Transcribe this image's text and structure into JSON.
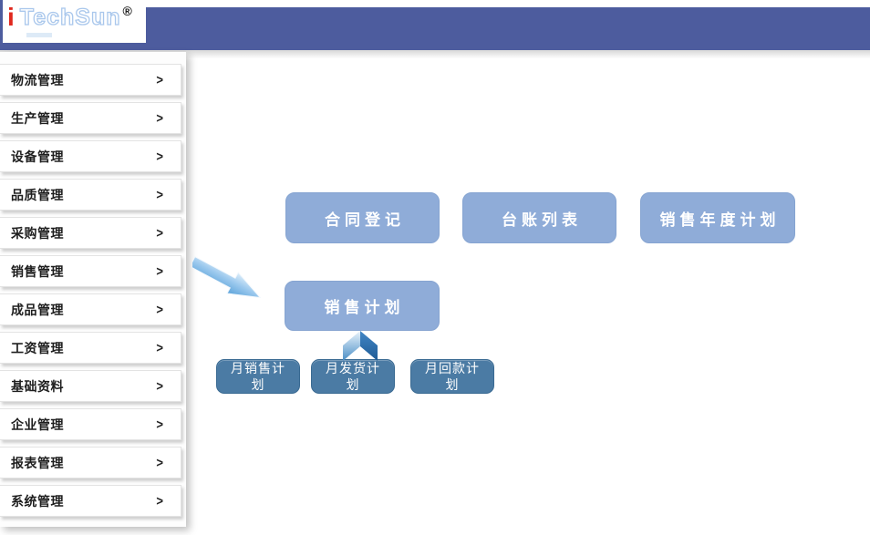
{
  "header": {
    "logo_i": "i",
    "logo_brand": "TechSun",
    "registered_mark": "®"
  },
  "sidebar": {
    "chevron_glyph": ">",
    "items": [
      {
        "label": "物流管理"
      },
      {
        "label": "生产管理"
      },
      {
        "label": "设备管理"
      },
      {
        "label": "品质管理"
      },
      {
        "label": "采购管理"
      },
      {
        "label": "销售管理"
      },
      {
        "label": "成品管理"
      },
      {
        "label": "工资管理"
      },
      {
        "label": "基础资料"
      },
      {
        "label": "企业管理"
      },
      {
        "label": "报表管理"
      },
      {
        "label": "系统管理"
      }
    ]
  },
  "diagram": {
    "top_buttons": [
      {
        "label": "合同登记"
      },
      {
        "label": "台账列表"
      },
      {
        "label": "销售年度计划"
      }
    ],
    "mid_button": {
      "label": "销售计划"
    },
    "sub_buttons": [
      {
        "label": "月销售计\n划"
      },
      {
        "label": "月发货计\n划"
      },
      {
        "label": "月回款计\n划"
      }
    ]
  },
  "colors": {
    "header_bar": "#4D5C9E",
    "logo_red": "#E0281E",
    "logo_outline": "#A9C7EC",
    "primary_button": "#8FACD8",
    "primary_button_border": "#86A4D1",
    "sub_button": "#4B7BA4",
    "sub_button_border": "#3A6A92",
    "arrow_light": "#DDEEFA",
    "arrow_dark": "#5CA3DA",
    "chevron_left_light": "#EAF4FC",
    "chevron_left_dark": "#4A8EC6",
    "chevron_right_light": "#4286C6",
    "chevron_right_dark": "#1E5B95"
  }
}
